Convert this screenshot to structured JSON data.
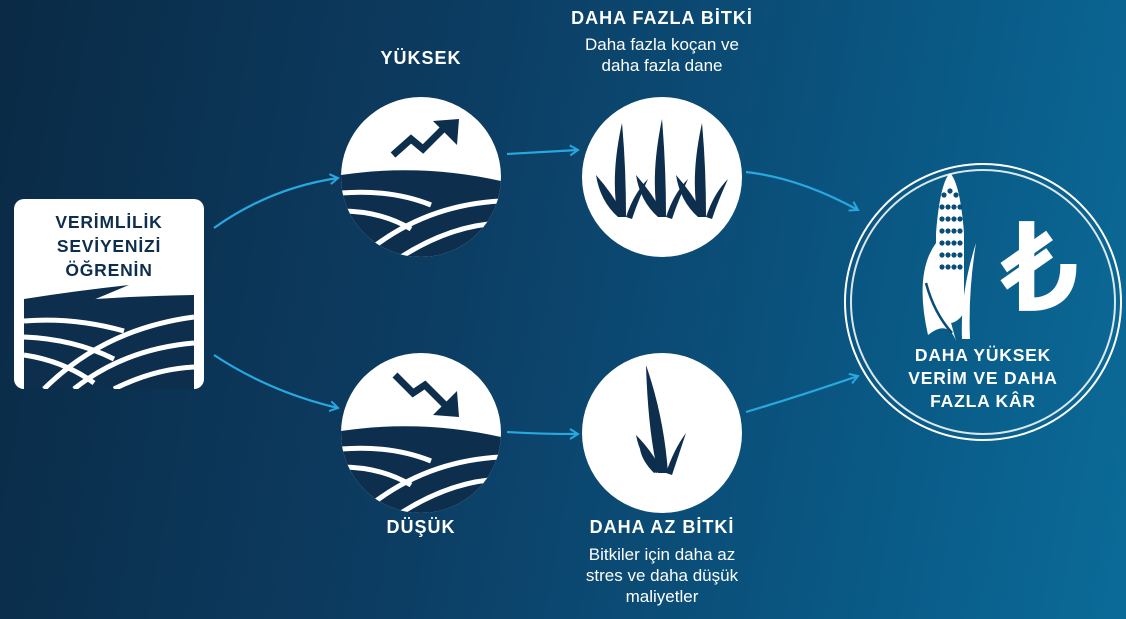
{
  "start": {
    "lines": [
      "VERİMLİLİK",
      "SEVİYENİZİ",
      "ÖĞRENİN"
    ],
    "icon": "farm-field-icon"
  },
  "high": {
    "label": "YÜKSEK",
    "icon": "trend-up-field-icon"
  },
  "low": {
    "label": "DÜŞÜK",
    "icon": "trend-down-field-icon"
  },
  "many_plants": {
    "title": "DAHA FAZLA BİTKİ",
    "description_lines": [
      "Daha fazla koçan ve",
      "daha fazla dane"
    ],
    "icon": "three-plants-icon"
  },
  "few_plants": {
    "title": "DAHA AZ BİTKİ",
    "description_lines": [
      "Bitkiler için daha az",
      "stres ve daha düşük",
      "maliyetler"
    ],
    "icon": "single-plant-icon"
  },
  "result": {
    "lines": [
      "DAHA YÜKSEK",
      "VERİM VE DAHA",
      "FAZLA KÂR"
    ],
    "icons": [
      "corn-icon",
      "lira-icon"
    ],
    "currency_symbol": "₺"
  },
  "colors": {
    "background_dark": "#0a2a45",
    "background_light": "#0b6b98",
    "connector": "#29a8e0",
    "icon_navy": "#0d2e4d",
    "white": "#ffffff"
  }
}
